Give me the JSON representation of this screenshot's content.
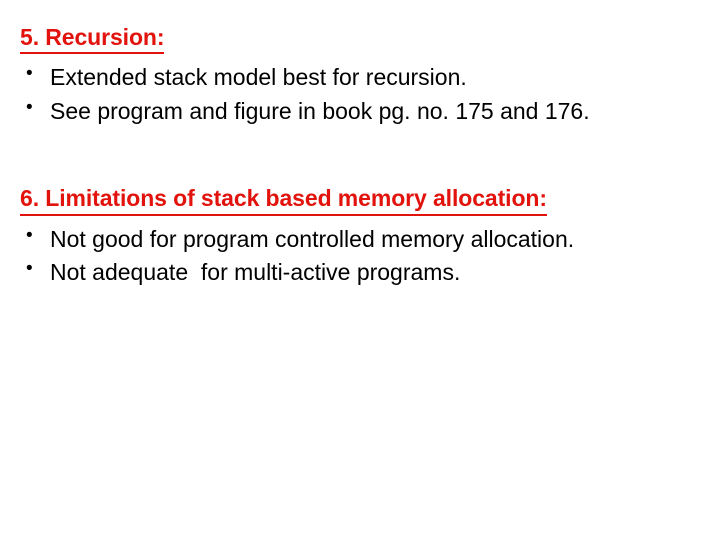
{
  "slide": {
    "background_color": "#ffffff",
    "heading_color": "#e2120c",
    "body_color": "#000000",
    "bullet_glyph": "•",
    "sections": [
      {
        "heading": "5. Recursion:",
        "bullets": [
          "Extended stack model best for recursion.",
          "See program and figure in book pg. no. 175 and 176."
        ]
      },
      {
        "heading": "6. Limitations of stack based memory allocation:",
        "bullets": [
          "Not good for program controlled memory allocation.",
          "Not adequate  for multi-active programs."
        ]
      }
    ]
  }
}
